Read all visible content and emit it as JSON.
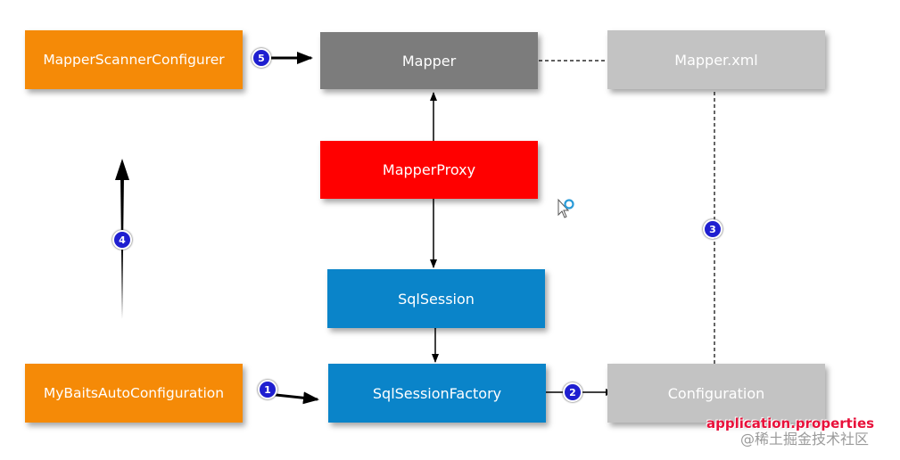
{
  "nodes": {
    "mapper_scanner_configurer": "MapperScannerConfigurer",
    "mapper": "Mapper",
    "mapper_xml": "Mapper.xml",
    "mapper_proxy": "MapperProxy",
    "sql_session": "SqlSession",
    "mybatis_auto_configuration": "MyBaitsAutoConfiguration",
    "sql_session_factory": "SqlSessionFactory",
    "configuration": "Configuration"
  },
  "steps": [
    "1",
    "2",
    "3",
    "4",
    "5"
  ],
  "annotation": "application.properties",
  "watermark": "@稀土掘金技术社区",
  "colors": {
    "orange": "#f58a07",
    "dark_gray": "#7c7c7c",
    "light_gray": "#c3c3c3",
    "red": "#ff0000",
    "blue": "#0a84c9",
    "badge": "#1f1fd0"
  },
  "icons": [
    "mouse-cursor-icon"
  ]
}
